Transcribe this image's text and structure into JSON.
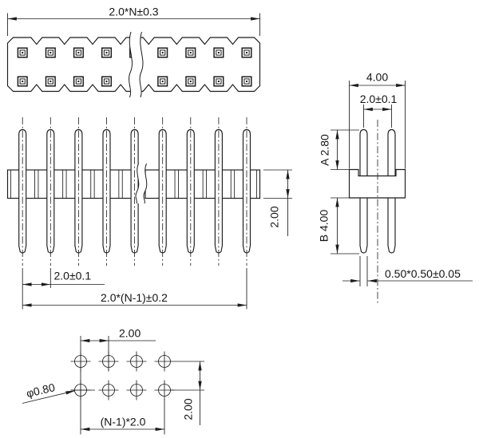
{
  "drawing": {
    "title": "2xN pin header connector drawing",
    "background": "#ffffff",
    "line_color": "#1c1c1c",
    "views": {
      "top_view": {
        "pin_columns": 9,
        "pin_rows": 2,
        "dims": {
          "overall_width": "2.0*N±0.3"
        }
      },
      "front_view": {
        "pin_count": 9,
        "dims": {
          "pin_pitch": "2.0±0.1",
          "overall_pin_span": "2.0*(N-1)±0.2",
          "insulator_height": "2.00"
        }
      },
      "side_view": {
        "dims": {
          "body_width": "4.00",
          "row_pitch": "2.0±0.1",
          "top_pin_length": "A 2.80",
          "tail_pin_length": "B 4.00",
          "pin_cross_section": "0.50*0.50±0.05"
        }
      },
      "footprint_view": {
        "hole_columns": 4,
        "hole_rows": 2,
        "dims": {
          "hole_pitch": "2.00",
          "hole_diameter": "φ0.80",
          "hole_span": "(N-1)*2.0",
          "row_pitch": "2.00"
        }
      }
    }
  }
}
